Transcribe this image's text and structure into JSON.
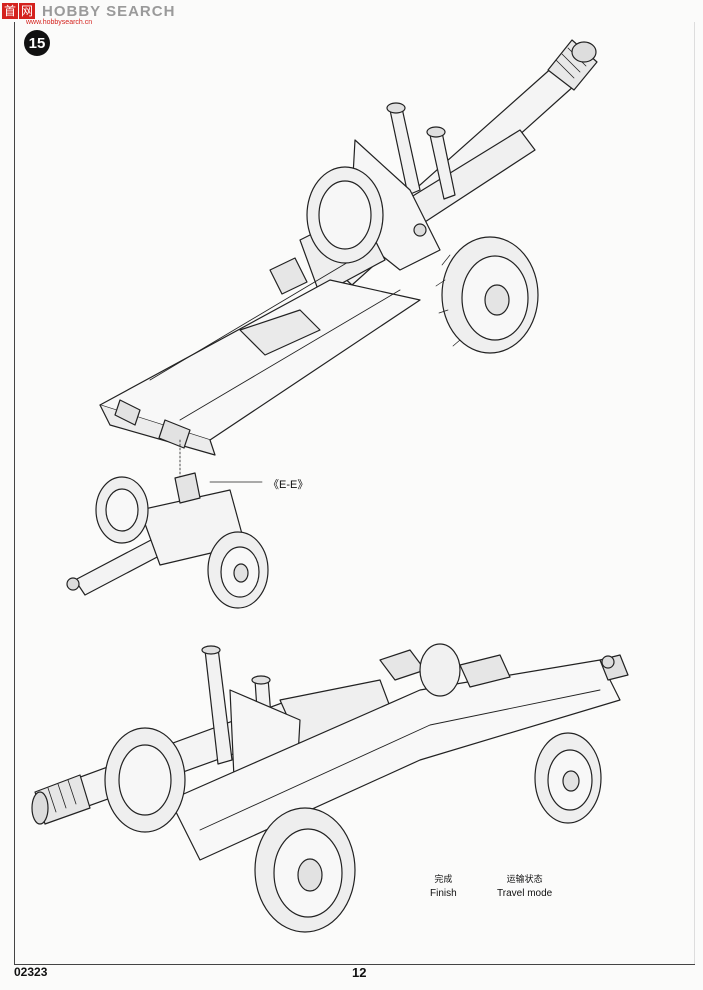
{
  "watermark": {
    "logo_chars": [
      "首",
      "网"
    ],
    "text": "HOBBY SEARCH",
    "sub": "www.hobbysearch.cn"
  },
  "step": {
    "number": "15"
  },
  "callout": {
    "label": "《E-E》"
  },
  "labels": {
    "finish_cn": "完成",
    "finish_en": "Finish",
    "travel_cn": "运输状态",
    "travel_en": "Travel mode"
  },
  "footer": {
    "product_code": "02323",
    "page_number": "12"
  }
}
